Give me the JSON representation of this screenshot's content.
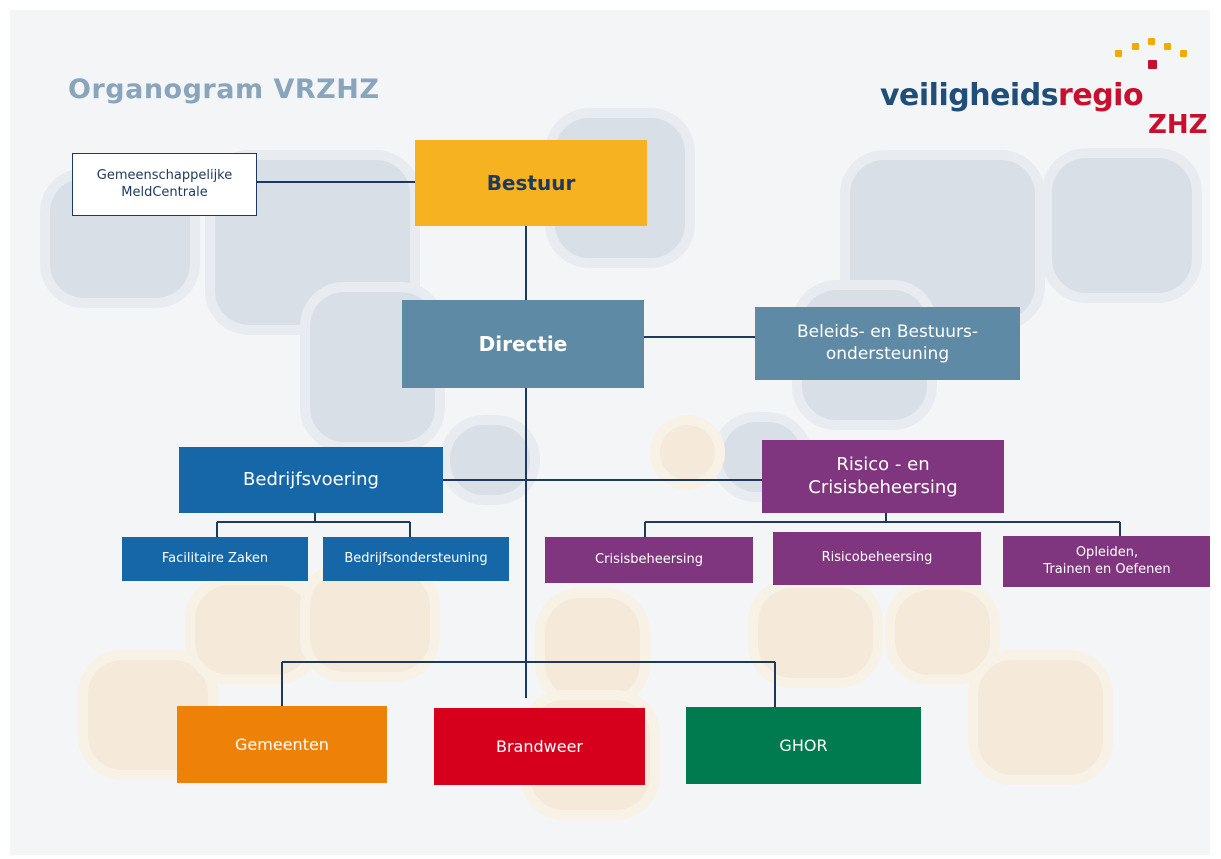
{
  "header": {
    "title": "Organogram VRZHZ",
    "logo": {
      "word_main": "veiligheids",
      "word_accent": "regio",
      "suffix": "ZHZ"
    }
  },
  "nodes": {
    "gmc": "Gemeenschappelijke\nMeldCentrale",
    "bestuur": "Bestuur",
    "directie": "Directie",
    "beleid": "Beleids- en Bestuurs-\nondersteuning",
    "bedrijfsvoering": "Bedrijfsvoering",
    "risico": "Risico - en\nCrisisbeheersing",
    "facilitaire": "Facilitaire Zaken",
    "bedrijfsondersteuning": "Bedrijfsondersteuning",
    "crisisbeheersing": "Crisisbeheersing",
    "risicobeheersing": "Risicobeheersing",
    "opleiden": "Opleiden,\nTrainen en Oefenen",
    "gemeenten": "Gemeenten",
    "brandweer": "Brandweer",
    "ghor": "GHOR"
  },
  "colors": {
    "bestuur": "#f6b221",
    "directie": "#5f8aa5",
    "bedrijfsvoering": "#1567a7",
    "risico": "#80357f",
    "gemeenten": "#ee8209",
    "brandweer": "#d6001c",
    "ghor": "#007a4f",
    "line": "#1d3a5c",
    "logo_blue": "#1f4e79",
    "logo_red": "#c8102e",
    "logo_dot": "#f2a900"
  }
}
